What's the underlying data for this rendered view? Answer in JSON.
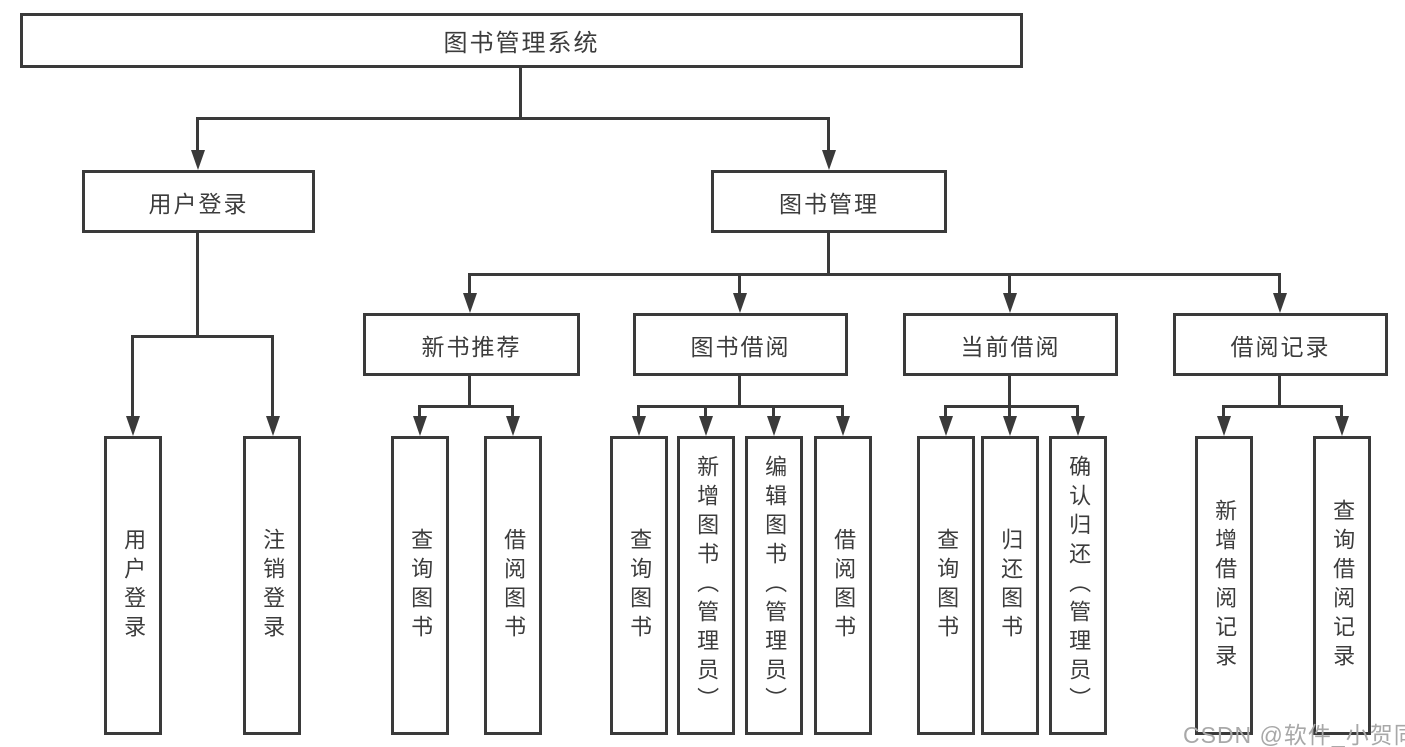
{
  "tree": {
    "root": "图书管理系统",
    "branches": [
      {
        "label": "用户登录",
        "leaves": [
          "用户登录",
          "注销登录"
        ]
      },
      {
        "label": "图书管理",
        "groups": [
          {
            "label": "新书推荐",
            "leaves": [
              "查询图书",
              "借阅图书"
            ]
          },
          {
            "label": "图书借阅",
            "leaves": [
              "查询图书",
              "新增图书（管理员）",
              "编辑图书（管理员）",
              "借阅图书"
            ]
          },
          {
            "label": "当前借阅",
            "leaves": [
              "查询图书",
              "归还图书",
              "确认归还（管理员）"
            ]
          },
          {
            "label": "借阅记录",
            "leaves": [
              "新增借阅记录",
              "查询借阅记录"
            ]
          }
        ]
      }
    ]
  },
  "watermark": {
    "text": "CSDN @软件_小贺同学"
  },
  "colors": {
    "line": "#3a3a3a",
    "text": "#3c3c3c",
    "background": "#ffffff",
    "watermark": "#a8a8a8"
  }
}
